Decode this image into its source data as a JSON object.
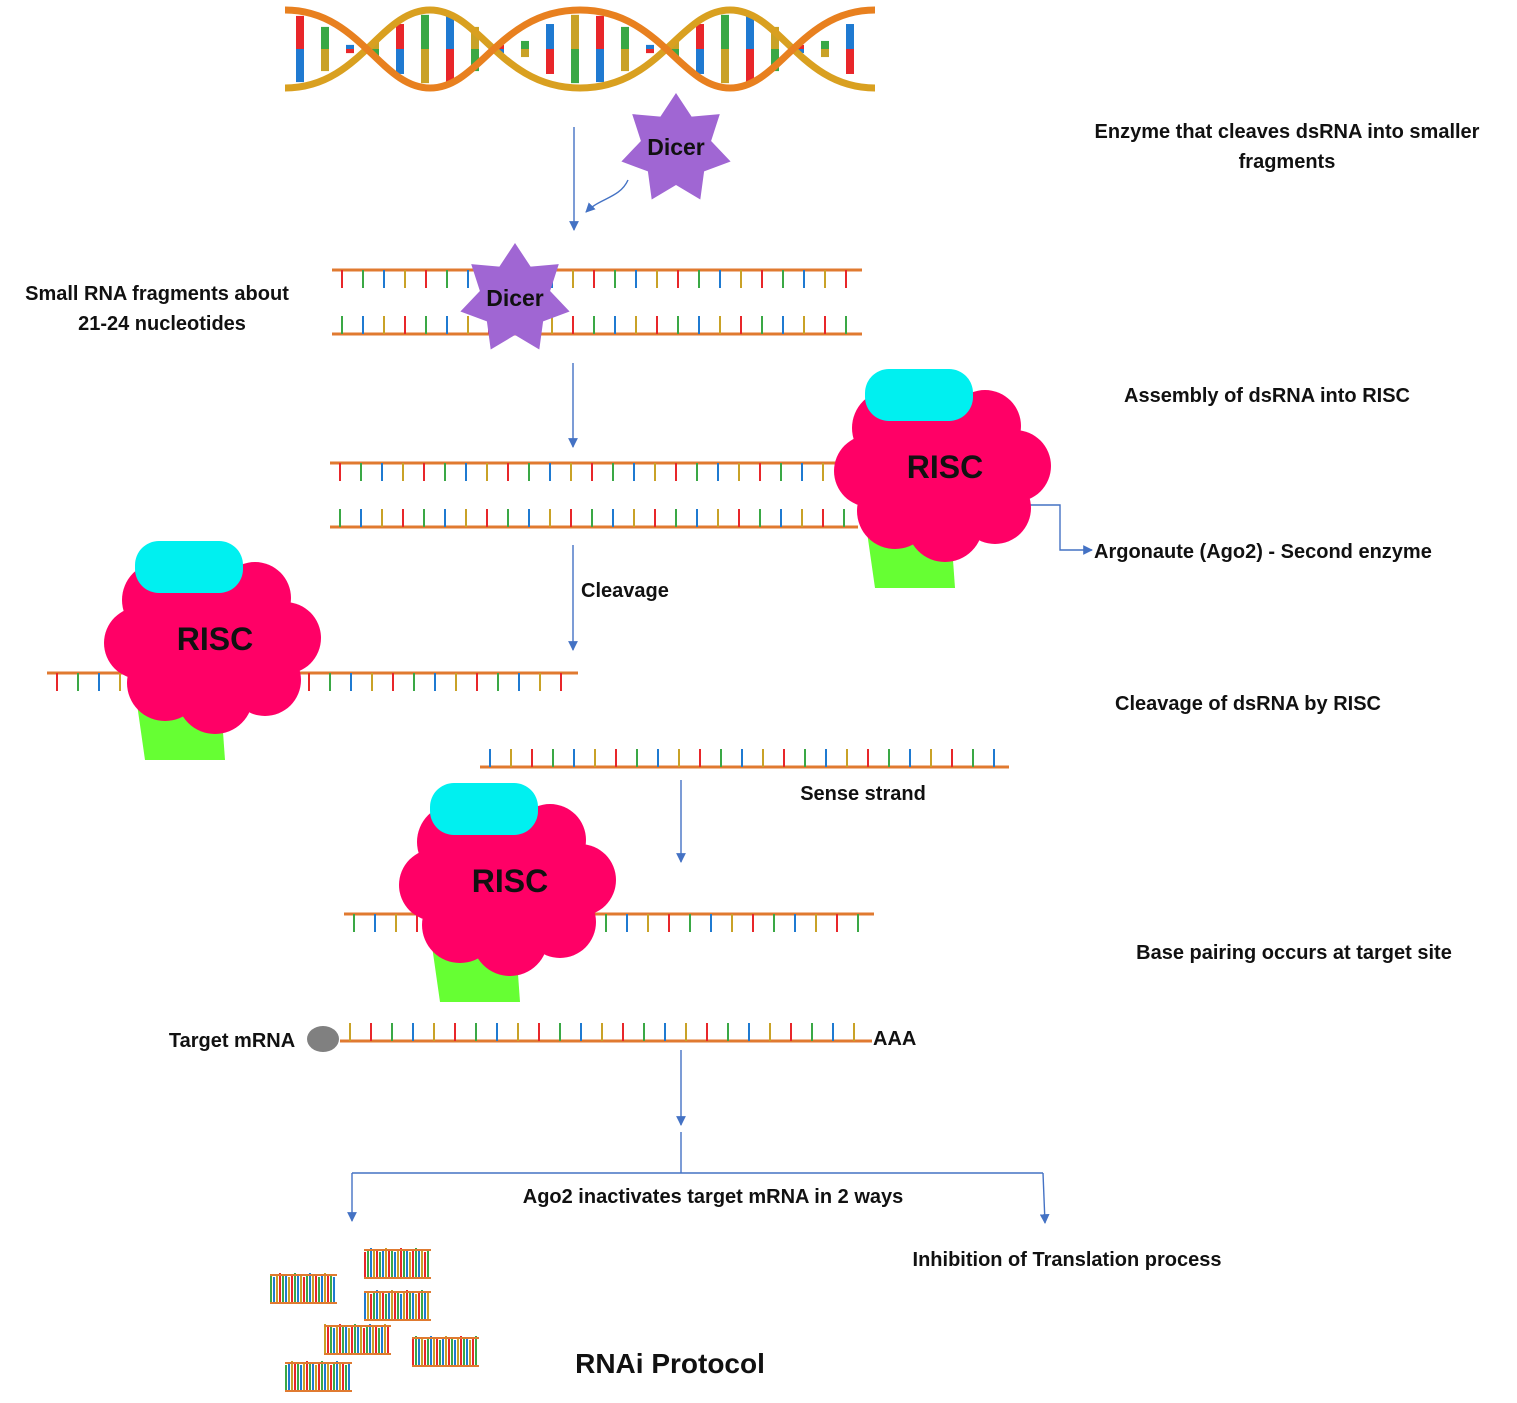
{
  "labels": {
    "dicer_note": [
      "Enzyme that cleaves dsRNA into smaller",
      "fragments"
    ],
    "small_rna": [
      "Small RNA fragments about",
      "21-24 nucleotides"
    ],
    "assembly": "Assembly of dsRNA into RISC",
    "argonaute": "Argonaute (Ago2) - Second enzyme",
    "cleavage": "Cleavage",
    "cleavage_by_risc": "Cleavage of dsRNA by RISC",
    "sense_strand": "Sense strand",
    "base_pairing": "Base pairing occurs at target site",
    "target_mrna": "Target mRNA",
    "poly_a": "AAA",
    "ago2_ways": "Ago2 inactivates target mRNA in 2 ways",
    "inhibition": "Inhibition  of Translation process",
    "protocol_title": "RNAi Protocol"
  },
  "enzymes": {
    "dicer": "Dicer",
    "risc": "RISC"
  },
  "colors": {
    "dicer": "#a066d3",
    "risc": "#ff0066",
    "risc_cap": "#00f0f0",
    "ago2": "#66ff33",
    "strand": "#e07a30",
    "arrow": "#4472c4",
    "cap": "#808080",
    "bases": [
      "#e8262a",
      "#3aa845",
      "#1f7ad1",
      "#c9a227"
    ]
  }
}
